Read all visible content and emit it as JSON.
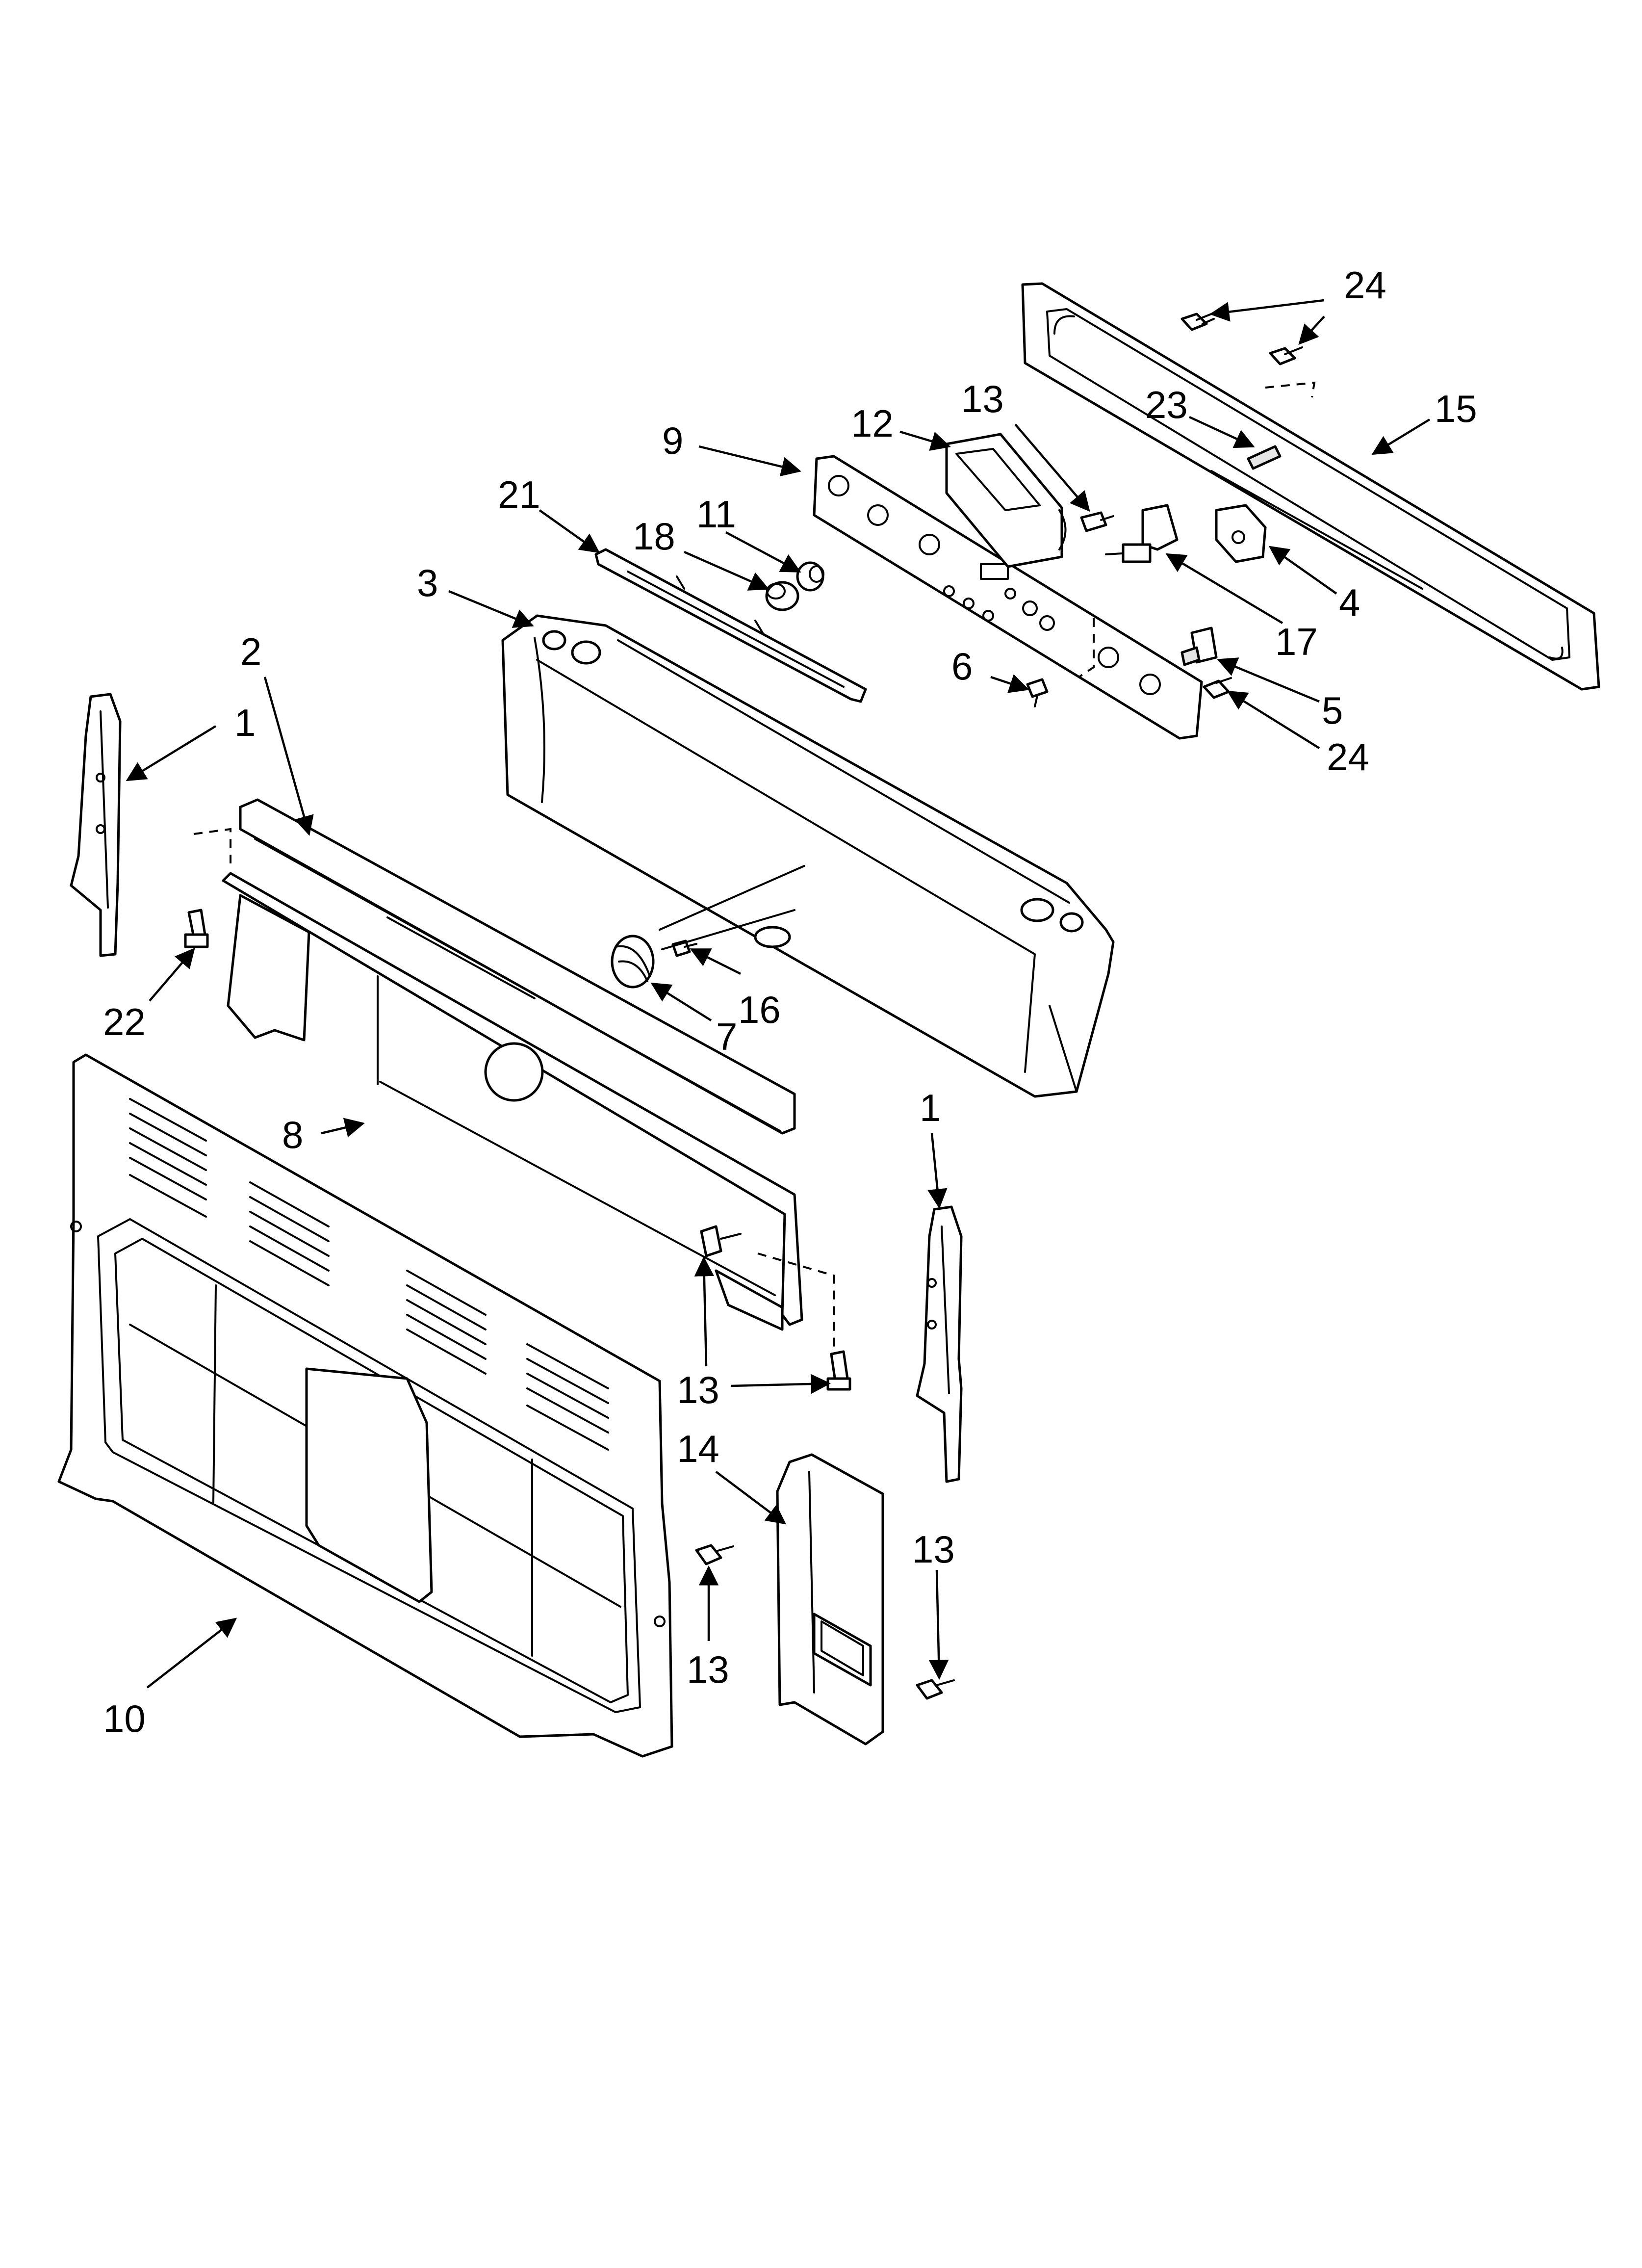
{
  "diagram": {
    "callouts": [
      {
        "id": "c-24-top",
        "label": "24"
      },
      {
        "id": "c-23",
        "label": "23"
      },
      {
        "id": "c-15",
        "label": "15"
      },
      {
        "id": "c-13-top",
        "label": "13"
      },
      {
        "id": "c-12",
        "label": "12"
      },
      {
        "id": "c-9",
        "label": "9"
      },
      {
        "id": "c-21",
        "label": "21"
      },
      {
        "id": "c-11",
        "label": "11"
      },
      {
        "id": "c-18",
        "label": "18"
      },
      {
        "id": "c-3",
        "label": "3"
      },
      {
        "id": "c-4",
        "label": "4"
      },
      {
        "id": "c-17",
        "label": "17"
      },
      {
        "id": "c-6",
        "label": "6"
      },
      {
        "id": "c-5",
        "label": "5"
      },
      {
        "id": "c-24-bottom",
        "label": "24"
      },
      {
        "id": "c-2",
        "label": "2"
      },
      {
        "id": "c-1-left",
        "label": "1"
      },
      {
        "id": "c-22",
        "label": "22"
      },
      {
        "id": "c-16",
        "label": "16"
      },
      {
        "id": "c-7",
        "label": "7"
      },
      {
        "id": "c-8",
        "label": "8"
      },
      {
        "id": "c-1-right",
        "label": "1"
      },
      {
        "id": "c-13-mid",
        "label": "13"
      },
      {
        "id": "c-14",
        "label": "14"
      },
      {
        "id": "c-13-right",
        "label": "13"
      },
      {
        "id": "c-13-low",
        "label": "13"
      },
      {
        "id": "c-10",
        "label": "10"
      }
    ]
  }
}
